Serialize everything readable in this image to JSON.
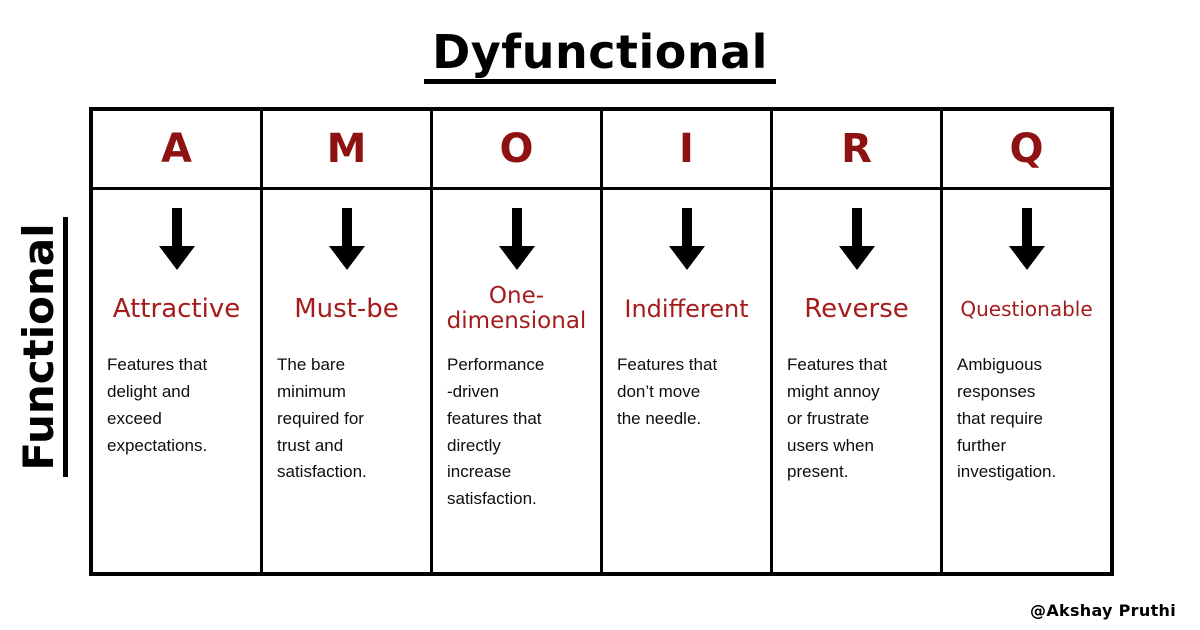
{
  "title": "Dyfunctional",
  "side_label": "Functional",
  "credit": "@Akshay Pruthi",
  "colors": {
    "letter_red": "#8E1212",
    "label_red": "#A51C1C",
    "ink": "#000000",
    "background": "#FFFFFF"
  },
  "icons": {
    "column_arrow": "down-arrow"
  },
  "columns": [
    {
      "letter": "A",
      "label": "Attractive",
      "description": "Features that\ndelight and\nexceed\nexpectations."
    },
    {
      "letter": "M",
      "label": "Must-be",
      "description": "The bare\nminimum\nrequired for\ntrust and\nsatisfaction."
    },
    {
      "letter": "O",
      "label": "One-\ndimensional",
      "description": "Performance\n-driven\nfeatures that\ndirectly\nincrease\nsatisfaction."
    },
    {
      "letter": "I",
      "label": "Indifferent",
      "description": "Features that\ndon’t move\nthe needle."
    },
    {
      "letter": "R",
      "label": "Reverse",
      "description": "Features that\nmight annoy\nor frustrate\nusers when\npresent."
    },
    {
      "letter": "Q",
      "label": "Questionable",
      "description": "Ambiguous\nresponses\nthat require\nfurther\ninvestigation."
    }
  ]
}
